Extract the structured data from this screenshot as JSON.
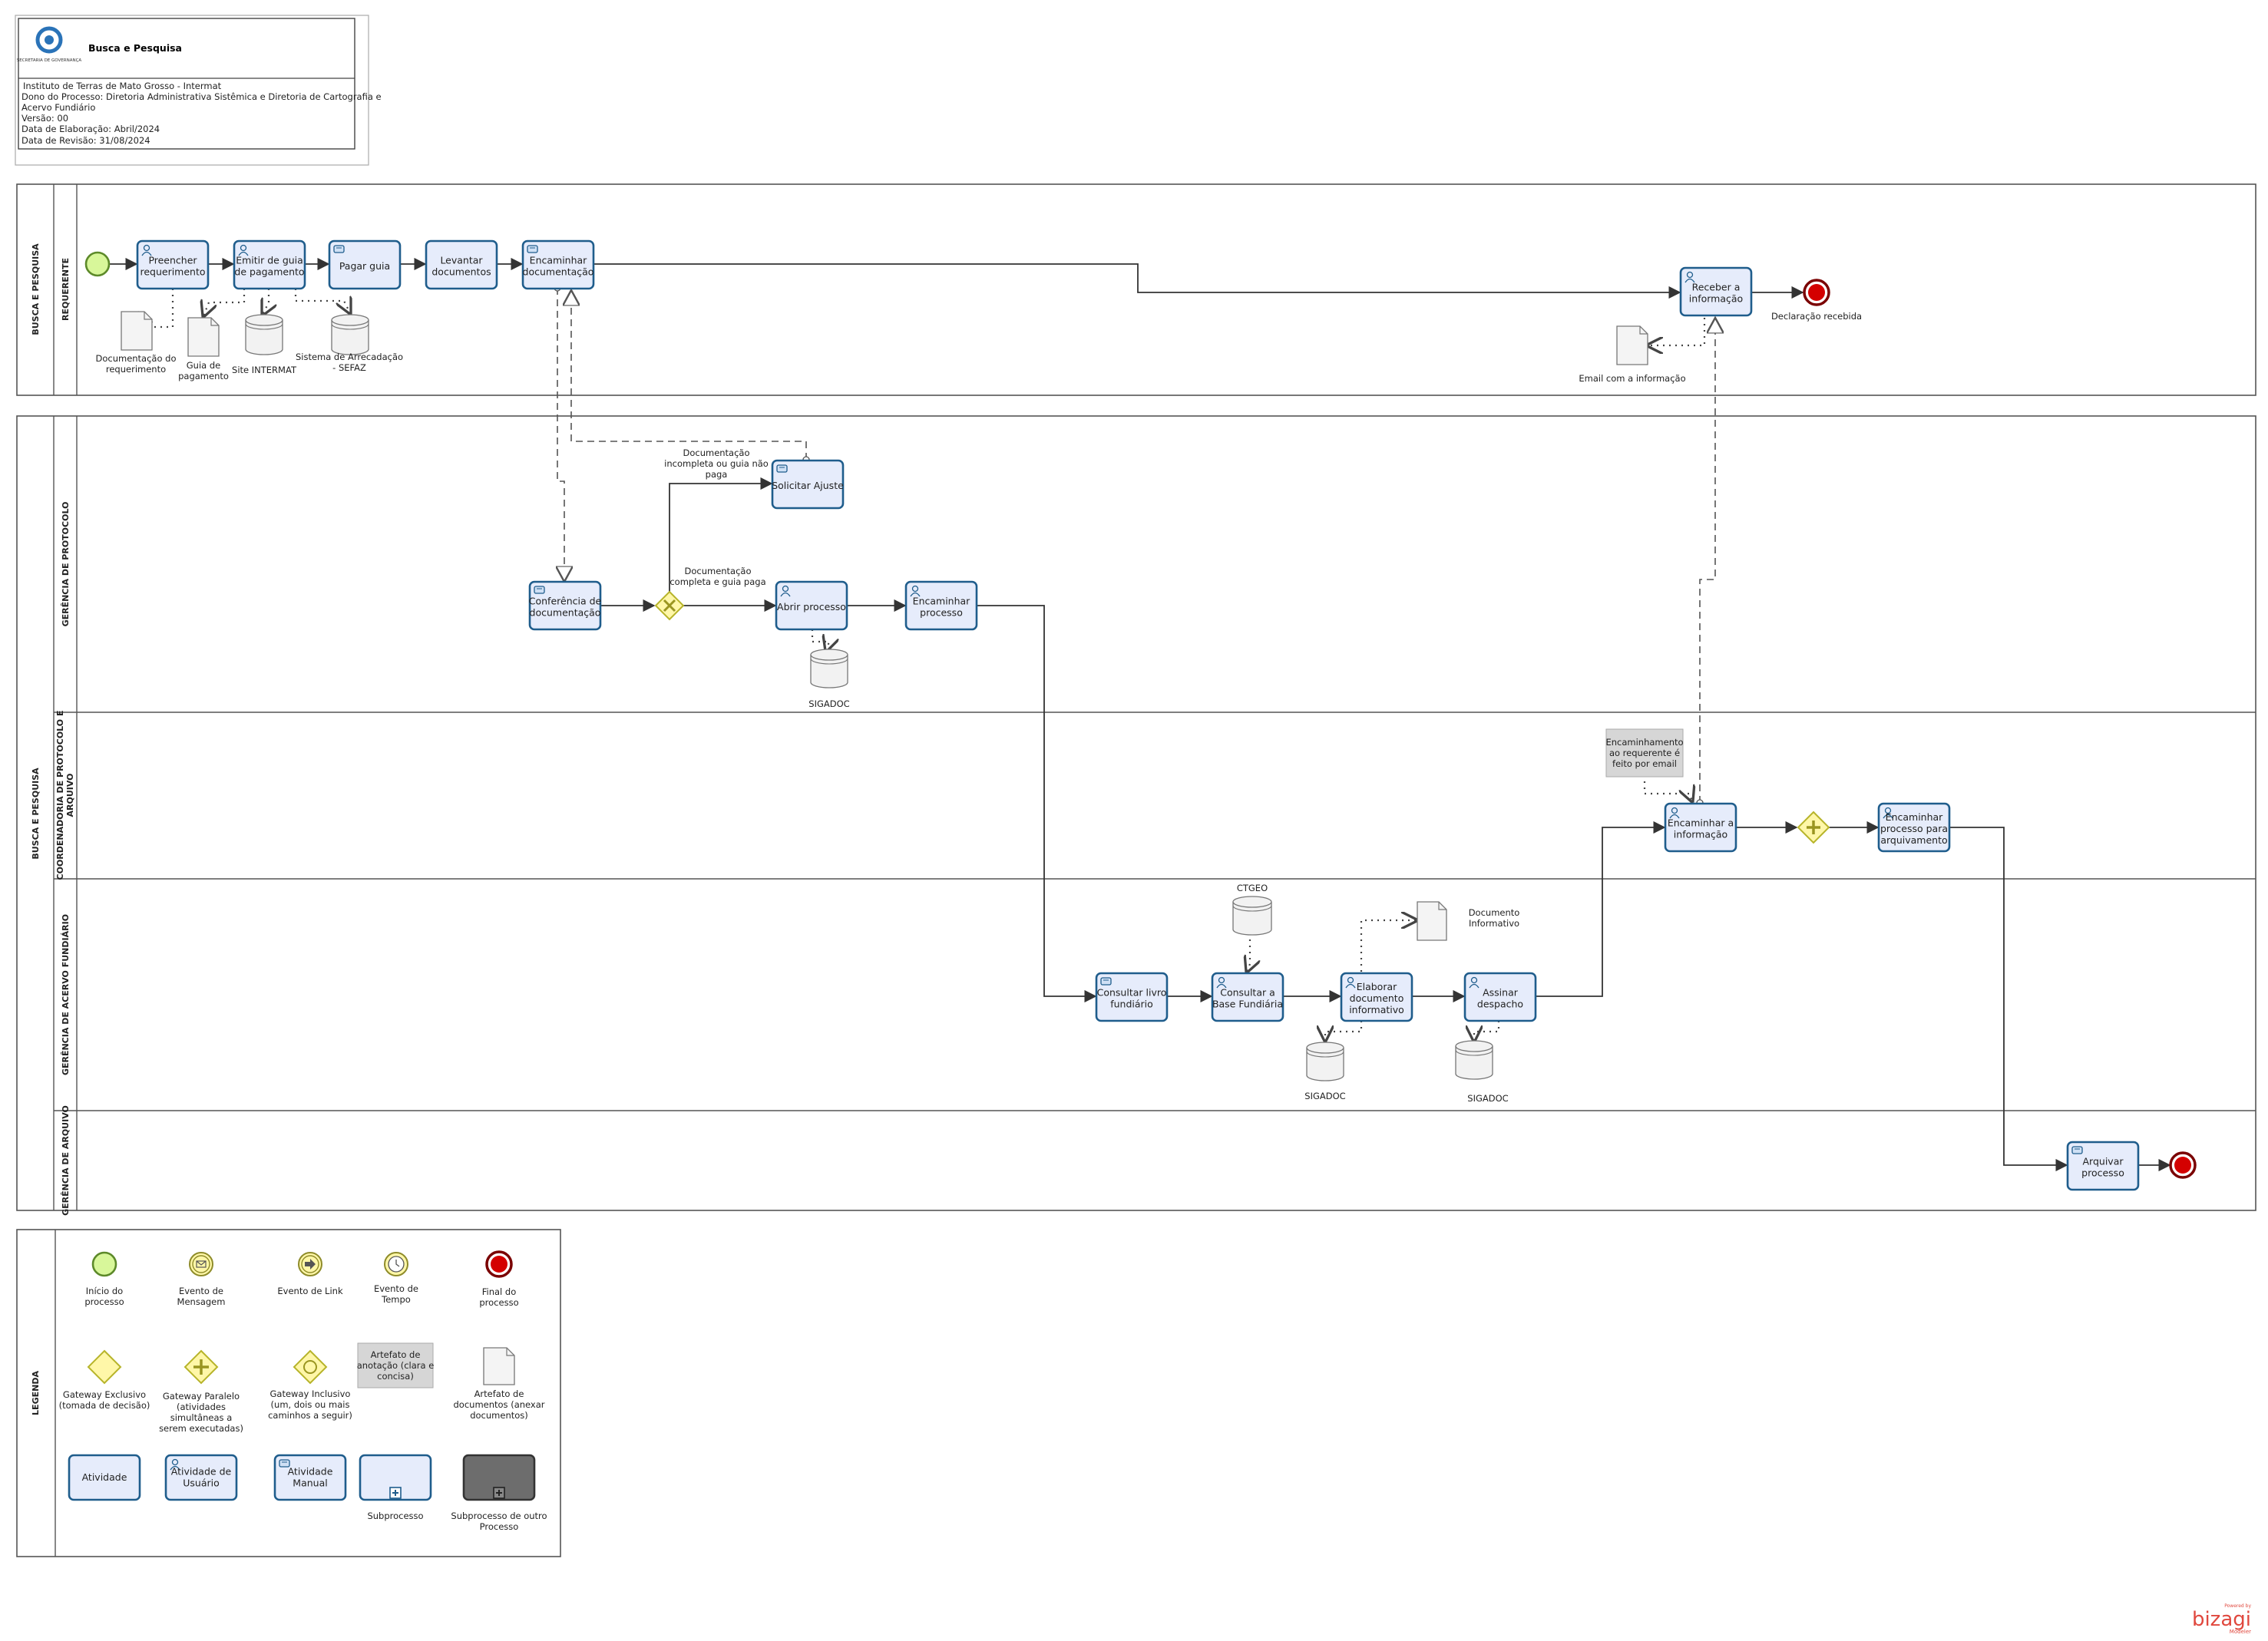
{
  "header": {
    "title": "Busca e Pesquisa",
    "logo_text": "SECRETARIA DE GOVERNANÇA",
    "lines": [
      "Instituto de Terras de Mato Grosso - Intermat",
      "Dono do Processo: Diretoria Administrativa Sistêmica e Diretoria de Cartografia e",
      "Acervo Fundiário",
      "Versão: 00",
      "Data de Elaboração: Abril/2024",
      "Data de Revisão: 31/08/2024"
    ]
  },
  "pools": {
    "pool1": "BUSCA E PESQUISA",
    "pool2": "BUSCA E PESQUISA",
    "legend": "LEGENDA"
  },
  "lanes": {
    "requerente": "REQUERENTE",
    "protocolo": "GERÊNCIA DE PROTOCOLO",
    "coordenadoria_1": "COORDENADORIA DE PROTOCOLO E",
    "coordenadoria_2": "ARQUIVO",
    "acervo": "GERÊNCIA DE ACERVO FUNDIÁRIO",
    "arquivo": "GERÊNCIA DE ARQUIVO"
  },
  "tasks": {
    "preencher": [
      "Preencher",
      "requerimento"
    ],
    "emitir": [
      "Emitir de guia",
      "de pagamento"
    ],
    "pagar": [
      "Pagar guia"
    ],
    "levantar": [
      "Levantar",
      "documentos"
    ],
    "encaminhar_doc": [
      "Encaminhar",
      "documentação"
    ],
    "receber": [
      "Receber a",
      "informação"
    ],
    "solicitar": [
      "Solicitar Ajuste"
    ],
    "conferencia": [
      "Conferência de",
      "documentação"
    ],
    "abrir": [
      "Abrir processo"
    ],
    "encaminhar_proc": [
      "Encaminhar",
      "processo"
    ],
    "encaminhar_info": [
      "Encaminhar a",
      "informação"
    ],
    "encaminhar_arq": [
      "Encaminhar",
      "processo para",
      "arquivamento"
    ],
    "consultar_livro": [
      "Consultar livro",
      "fundiário"
    ],
    "consultar_base": [
      "Consultar a",
      "Base Fundiária"
    ],
    "elaborar": [
      "Elaborar",
      "documento",
      "informativo"
    ],
    "assinar": [
      "Assinar",
      "despacho"
    ],
    "arquivar": [
      "Arquivar",
      "processo"
    ]
  },
  "artifacts": {
    "doc_req": [
      "Documentação do",
      "requerimento"
    ],
    "guia": [
      "Guia de",
      "pagamento"
    ],
    "site": [
      "Site INTERMAT"
    ],
    "sefaz": [
      "Sistema de Arrecadação",
      "- SEFAZ"
    ],
    "email": [
      "Email com a informação"
    ],
    "sigadoc1": [
      "SIGADOC"
    ],
    "ctgeo": [
      "CTGEO"
    ],
    "doc_inf": [
      "Documento",
      "Informativo"
    ],
    "sigadoc2": [
      "SIGADOC"
    ],
    "sigadoc3": [
      "SIGADOC"
    ]
  },
  "labels": {
    "declaracao": "Declaração recebida",
    "incompleta": [
      "Documentação",
      "incompleta ou guia não",
      "paga"
    ],
    "completa": [
      "Documentação",
      "completa e guia paga"
    ],
    "nota": [
      "Encaminhamento",
      "ao requerente é",
      "feito por email"
    ]
  },
  "legend": {
    "inicio": [
      "Início do",
      "processo"
    ],
    "mensagem": [
      "Evento de",
      "Mensagem"
    ],
    "link": [
      "Evento de Link"
    ],
    "tempo": [
      "Evento de",
      "Tempo"
    ],
    "final": [
      "Final do",
      "processo"
    ],
    "gw_excl": [
      "Gateway Exclusivo",
      "(tomada de decisão)"
    ],
    "gw_par": [
      "Gateway Paralelo",
      "(atividades",
      "simultâneas a",
      "serem executadas)"
    ],
    "gw_incl": [
      "Gateway Inclusivo",
      "(um, dois ou mais",
      "caminhos a seguir)"
    ],
    "anotacao": [
      "Artefato de",
      "anotação (clara e",
      "concisa)"
    ],
    "artefato_doc": [
      "Artefato de",
      "documentos (anexar",
      "documentos)"
    ],
    "atividade": [
      "Atividade"
    ],
    "atividade_usuario": [
      "Atividade de",
      "Usuário"
    ],
    "atividade_manual": [
      "Atividade",
      "Manual"
    ],
    "subprocesso": [
      "Subprocesso"
    ],
    "subprocesso_outro": [
      "Subprocesso de outro",
      "Processo"
    ]
  },
  "watermark": {
    "small": "Powered by",
    "brand": "bizagi",
    "sub": "Modeler"
  },
  "colors": {
    "task_fill": "#e6ecfb",
    "task_stroke": "#1f5d8c",
    "start_fill": "#d8f79a",
    "end_fill": "#d40000",
    "gateway_fill": "#fff7a8",
    "brand": "#e0483e"
  }
}
